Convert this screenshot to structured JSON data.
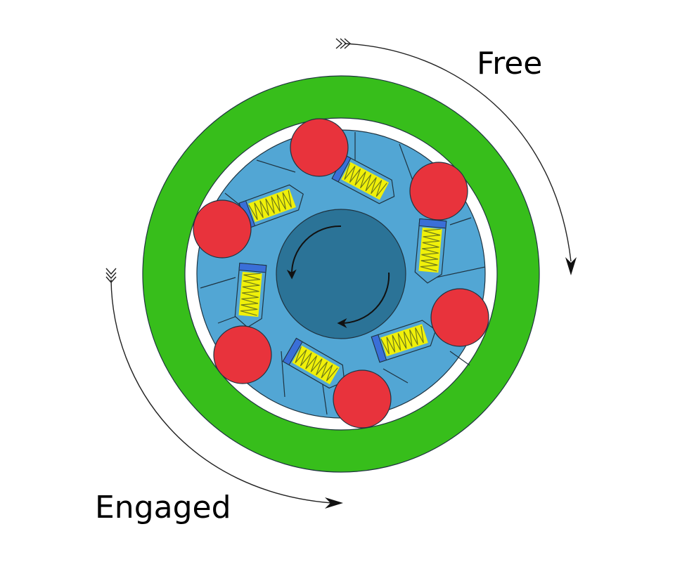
{
  "labels": {
    "free": "Free",
    "engaged": "Engaged"
  },
  "colors": {
    "outer_race": "#37BE1B",
    "inner_race": "#52A6D4",
    "hub": "#2B7397",
    "roller": "#E8333C",
    "spring": "#F0F00A",
    "spring_cap": "#3A6FD8",
    "stroke": "#1F3340",
    "arrow": "#222222"
  },
  "rollers": {
    "count": 6
  },
  "springs": {
    "count": 6
  },
  "icons": {
    "rotation_arrows": "curved-arrow-icon",
    "direction_arrows": "arrowhead-icon"
  }
}
